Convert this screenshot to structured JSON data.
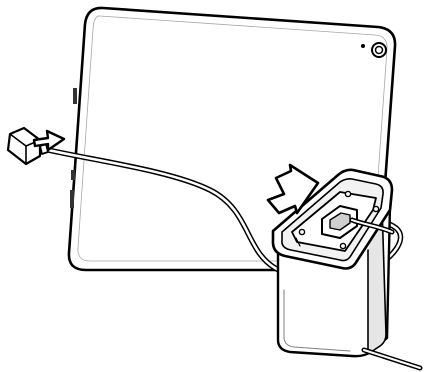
{
  "figure": {
    "description_visible_text": "",
    "colors": {
      "line": "#000000",
      "fill": "#ffffff",
      "shade": "#d9d9d9",
      "dark": "#555555"
    },
    "parts": {
      "tablet": "tablet-back",
      "camera": "camera-icon",
      "cable": "usb-cable",
      "connector": "usb-connector",
      "dock": "charging-dock",
      "arrows": [
        "insert-arrow-left",
        "insert-arrow-dock"
      ]
    }
  }
}
